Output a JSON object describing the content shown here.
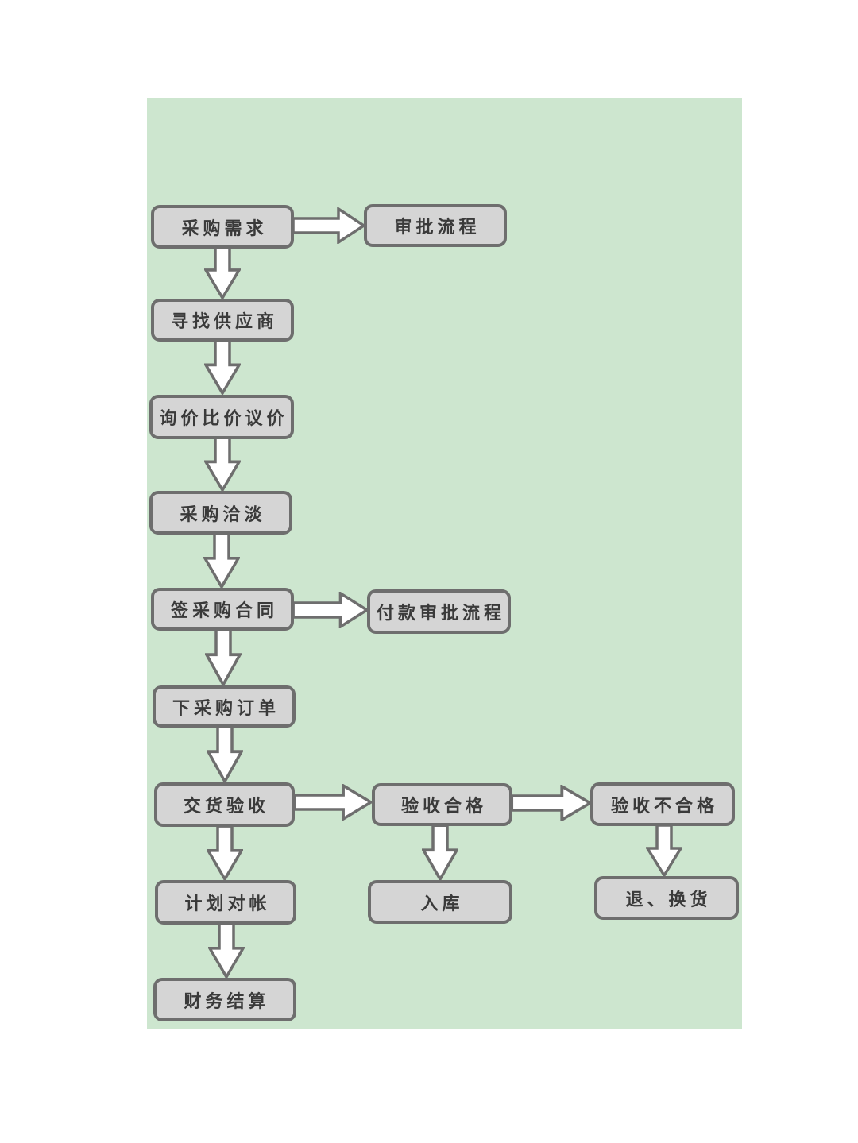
{
  "diagram": {
    "type": "flowchart",
    "topic": "采购流程",
    "colors": {
      "background": "#cde6cf",
      "node_fill": "#d5d5d5",
      "node_border": "#6e6e6e",
      "arrow_fill": "#ffffff",
      "arrow_border": "#6e6e6e",
      "text": "#3a3a3a",
      "page_background": "#ffffff"
    },
    "nodes": {
      "purchase_request": {
        "label": "采购需求"
      },
      "approval_process": {
        "label": "审批流程"
      },
      "find_supplier": {
        "label": "寻找供应商"
      },
      "inquiry_compare": {
        "label": "询价比价议价"
      },
      "purchase_talk": {
        "label": "采购洽淡"
      },
      "sign_contract": {
        "label": "签采购合同"
      },
      "payment_approval": {
        "label": "付款审批流程"
      },
      "place_order": {
        "label": "下采购订单"
      },
      "delivery_inspection": {
        "label": "交货验收"
      },
      "inspection_pass": {
        "label": "验收合格"
      },
      "inspection_fail": {
        "label": "验收不合格"
      },
      "plan_reconcile": {
        "label": "计划对帐"
      },
      "warehouse_in": {
        "label": "入库"
      },
      "return_exchange": {
        "label": "退、换货"
      },
      "financial_settlement": {
        "label": "财务结算"
      }
    },
    "edges": [
      {
        "from": "采购需求",
        "to": "审批流程",
        "direction": "right"
      },
      {
        "from": "采购需求",
        "to": "寻找供应商",
        "direction": "down"
      },
      {
        "from": "寻找供应商",
        "to": "询价比价议价",
        "direction": "down"
      },
      {
        "from": "询价比价议价",
        "to": "采购洽淡",
        "direction": "down"
      },
      {
        "from": "采购洽淡",
        "to": "签采购合同",
        "direction": "down"
      },
      {
        "from": "签采购合同",
        "to": "付款审批流程",
        "direction": "right"
      },
      {
        "from": "签采购合同",
        "to": "下采购订单",
        "direction": "down"
      },
      {
        "from": "下采购订单",
        "to": "交货验收",
        "direction": "down"
      },
      {
        "from": "交货验收",
        "to": "验收合格",
        "direction": "right"
      },
      {
        "from": "验收合格",
        "to": "验收不合格",
        "direction": "right"
      },
      {
        "from": "交货验收",
        "to": "计划对帐",
        "direction": "down"
      },
      {
        "from": "验收合格",
        "to": "入库",
        "direction": "down"
      },
      {
        "from": "验收不合格",
        "to": "退、换货",
        "direction": "down"
      },
      {
        "from": "计划对帐",
        "to": "财务结算",
        "direction": "down"
      }
    ]
  }
}
